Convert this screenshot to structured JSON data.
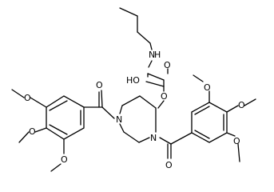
{
  "structure": {
    "colors": {
      "bond": "#000000",
      "atom_label": "#000000",
      "background": "#ffffff"
    },
    "atom_labels": {
      "carbamate_nh": "N",
      "carbamate_h": "H",
      "carbamate_carbonyl_o": "O",
      "carbamate_oh": "HO",
      "carbamate_ester_o": "O",
      "piperazine_n4": "N",
      "piperazine_n1": "N",
      "left_carbonyl_o": "O",
      "bottom_carbonyl_o": "O",
      "left_ome_top_o": "O",
      "left_ome_mid_o": "O",
      "left_ome_bot_o": "O",
      "right_ome_top_o": "O",
      "right_ome_mid_o": "O",
      "right_ome_bot_o": "O"
    }
  }
}
